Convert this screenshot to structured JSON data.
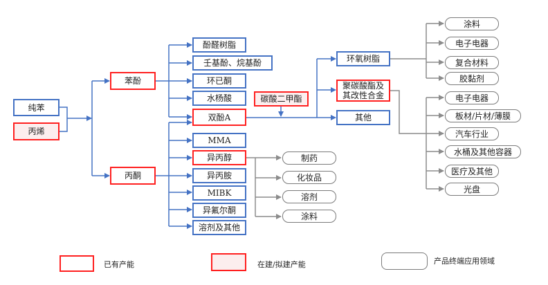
{
  "nodes": {
    "pure_benzene": "纯苯",
    "propylene": "丙烯",
    "phenol": "苯酚",
    "acetone": "丙酮",
    "phenolic_resin": "酚醛树脂",
    "nonylphenol": "壬基酚、烷基酚",
    "cyclohexanone": "环已酮",
    "salicylic_acid": "水杨酸",
    "bisphenol_a": "双酚A",
    "mma": "MMA",
    "isopropanol": "异丙醇",
    "isopropylamine": "异丙胺",
    "mibk": "MIBK",
    "isophorone": "异氟尔酮",
    "solvent_other": "溶剂及其他",
    "dmc": "碳酸二甲酯",
    "epoxy_resin": "环氧树脂",
    "polycarbonate": "聚碳酸酯及其改性合金",
    "other": "其他"
  },
  "end_uses": {
    "epoxy": [
      "涂料",
      "电子电器",
      "复合材料",
      "胶黏剂"
    ],
    "polycarbonate": [
      "电子电器",
      "板材/片材/薄膜",
      "汽车行业",
      "水桶及其他容器",
      "医疗及其他",
      "光盘"
    ],
    "isopropanol": [
      "制药",
      "化妆品",
      "溶剂",
      "涂料"
    ]
  },
  "legend": {
    "existing": "已有产能",
    "planned": "在建/拟建产能",
    "end_use": "产品终端应用领域"
  },
  "colors": {
    "blue_line": "#4472C4",
    "red_border": "#FF1F1F",
    "planned_fill": "#FCEEEE",
    "gray_line": "#8C8C8C"
  }
}
